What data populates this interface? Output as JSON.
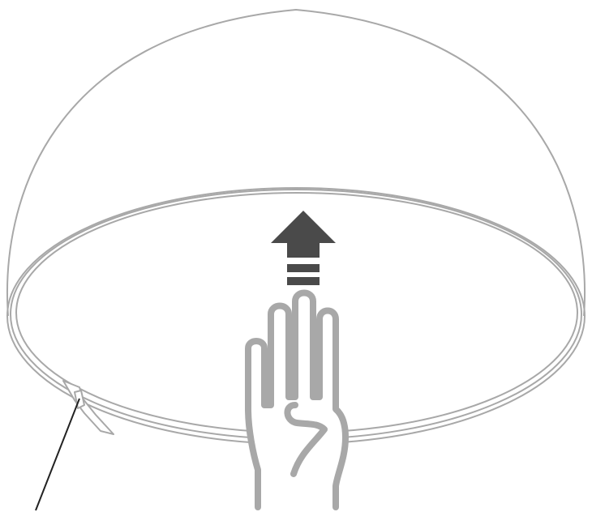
{
  "diagram": {
    "type": "instruction-illustration",
    "subject": "dome-cover-removal",
    "icons": {
      "dome": "dome-cover-icon",
      "rim": "dome-rim-icon",
      "clip": "rim-clip-icon",
      "leader": "leader-line",
      "arrow": "up-arrow-icon",
      "hand": "hand-push-icon"
    },
    "colors": {
      "outline": "#a8a8a8",
      "arrow": "#4a4a4a",
      "hand": "#a8a8a8",
      "leader": "#222222",
      "background": "#ffffff"
    }
  }
}
